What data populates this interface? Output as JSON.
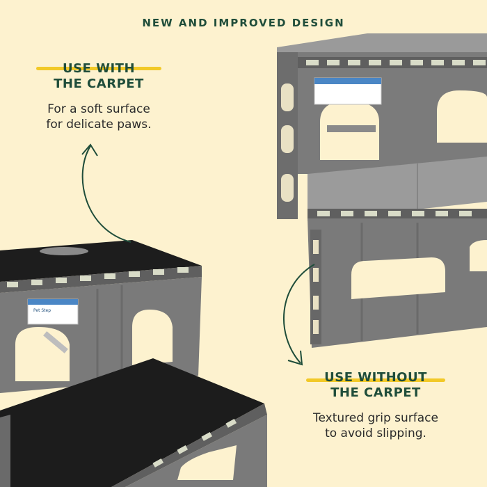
{
  "header": {
    "title": "NEW AND IMPROVED DESIGN"
  },
  "callout_carpet": {
    "heading_line1": "USE WITH",
    "heading_line2": "THE CARPET",
    "description_line1": "For a soft surface",
    "description_line2": "for delicate paws."
  },
  "callout_no_carpet": {
    "heading_line1": "USE WITHOUT",
    "heading_line2": "THE CARPET",
    "description_line1": "Textured grip surface",
    "description_line2": "to avoid slipping."
  },
  "product_label": {
    "text": "Pet Step"
  },
  "colors": {
    "background": "#fdf2cf",
    "heading": "#1f4d3a",
    "highlight": "#f2c928",
    "step_gray": "#7a7a7a",
    "carpet": "#1c1c1c"
  }
}
